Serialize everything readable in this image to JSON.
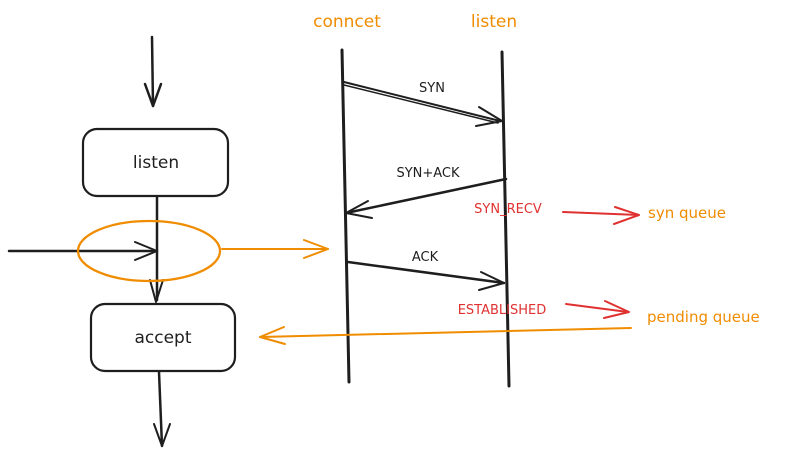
{
  "colors": {
    "ink": "#1e1e1e",
    "accent": "#f08c00",
    "state": "#e03131",
    "background": "#ffffff"
  },
  "flow": {
    "listen_box": "listen",
    "accept_box": "accept"
  },
  "sequence": {
    "client_header": "conncet",
    "server_header": "listen",
    "messages": [
      {
        "label": "SYN",
        "direction": "client-to-server"
      },
      {
        "label": "SYN+ACK",
        "direction": "server-to-client"
      },
      {
        "label": "ACK",
        "direction": "client-to-server"
      }
    ]
  },
  "states": {
    "syn_recv": "SYN_RECV",
    "established": "ESTABLISHED"
  },
  "queues": {
    "syn_queue": "syn queue",
    "pending_queue": "pending queue"
  }
}
